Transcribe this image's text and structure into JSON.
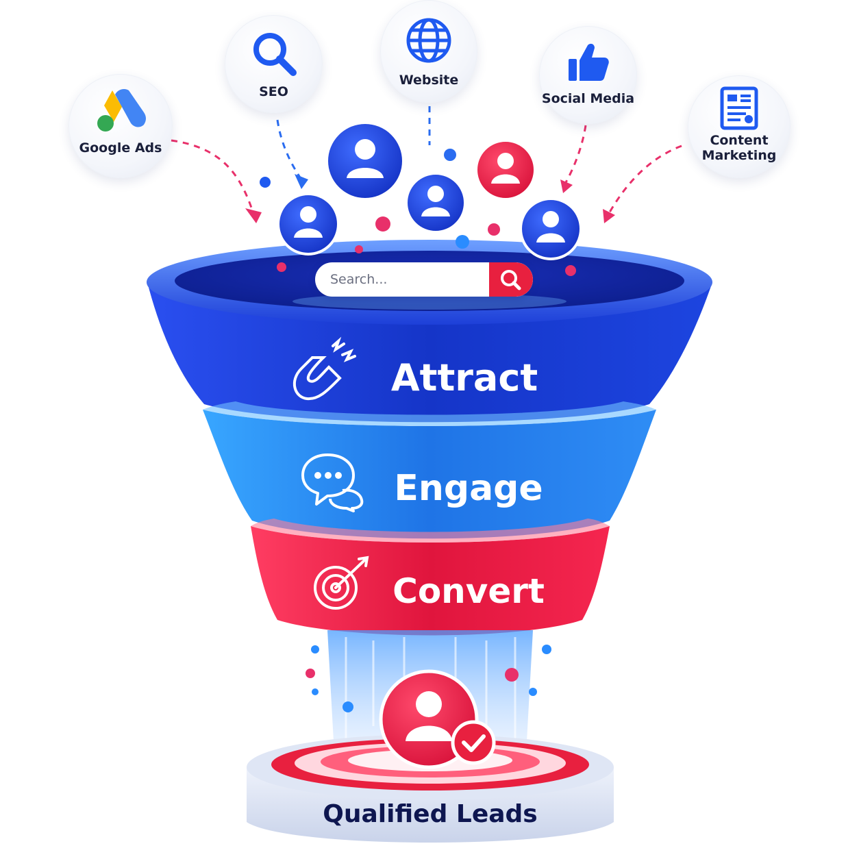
{
  "sources": [
    {
      "label": "Google Ads",
      "icon": "google-ads-icon"
    },
    {
      "label": "SEO",
      "icon": "magnifier-icon"
    },
    {
      "label": "Website",
      "icon": "globe-icon"
    },
    {
      "label": "Social Media",
      "icon": "thumbs-up-icon"
    },
    {
      "label_line1": "Content",
      "label_line2": "Marketing",
      "icon": "document-icon"
    }
  ],
  "search": {
    "placeholder": "Search..."
  },
  "stages": [
    {
      "label": "Attract",
      "icon": "magnet-icon",
      "color": "#1a3fd8"
    },
    {
      "label": "Engage",
      "icon": "chat-bubbles-icon",
      "color": "#1f7fe8"
    },
    {
      "label": "Convert",
      "icon": "target-icon",
      "color": "#e81e47"
    }
  ],
  "result": {
    "label": "Qualified Leads",
    "icon": "user-check-icon"
  },
  "colors": {
    "blue": "#1a3fd8",
    "light_blue": "#2f8df0",
    "red": "#e8203f",
    "navy": "#0e1650"
  }
}
